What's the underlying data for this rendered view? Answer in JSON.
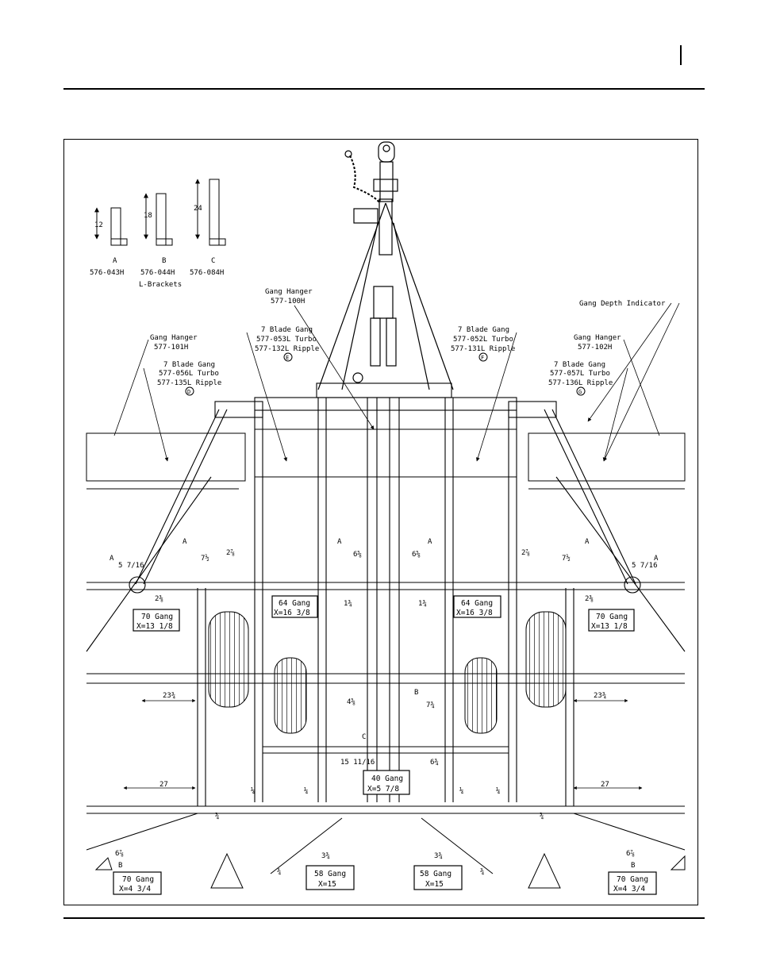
{
  "brackets": [
    {
      "letter": "A",
      "part": "576-043H",
      "dim": "12"
    },
    {
      "letter": "B",
      "part": "576-044H",
      "dim": "18"
    },
    {
      "letter": "C",
      "part": "576-084H",
      "dim": "24"
    }
  ],
  "brackets_caption": "L-Brackets",
  "callouts": {
    "gang_hanger_center": [
      "Gang Hanger",
      "577-100H"
    ],
    "gang_depth": "Gang Depth Indicator",
    "gang_hanger_left": [
      "Gang Hanger",
      "577-101H"
    ],
    "gang_hanger_right": [
      "Gang Hanger",
      "577-102H"
    ],
    "gang_e": [
      "7 Blade Gang",
      "577-053L Turbo",
      "577-132L Ripple",
      "E"
    ],
    "gang_f": [
      "7 Blade Gang",
      "577-052L Turbo",
      "577-131L Ripple",
      "F"
    ],
    "gang_d": [
      "7 Blade Gang",
      "577-056L Turbo",
      "577-135L Ripple",
      "D"
    ],
    "gang_g": [
      "7 Blade Gang",
      "577-057L Turbo",
      "577-136L Ripple",
      "G"
    ]
  },
  "boxes": [
    {
      "id": "box-70-left-upper",
      "l1": "70 Gang",
      "l2": "X=13 1/8"
    },
    {
      "id": "box-64-left",
      "l1": "64 Gang",
      "l2": "X=16 3/8"
    },
    {
      "id": "box-64-right",
      "l1": "64 Gang",
      "l2": "X=16 3/8"
    },
    {
      "id": "box-70-right-upper",
      "l1": "70 Gang",
      "l2": "X=13 1/8"
    },
    {
      "id": "box-40-center",
      "l1": "40 Gang",
      "l2": "X=5 7/8"
    },
    {
      "id": "box-70-left-lower",
      "l1": "70 Gang",
      "l2": "X=4 3/4"
    },
    {
      "id": "box-58-left",
      "l1": "58 Gang",
      "l2": "X=15"
    },
    {
      "id": "box-58-right",
      "l1": "58 Gang",
      "l2": "X=15"
    },
    {
      "id": "box-70-right-lower",
      "l1": "70 Gang",
      "l2": "X=4 3/4"
    }
  ],
  "dims": {
    "d23_left": "23¾",
    "d23_right": "23¾",
    "d27_left": "27",
    "d27_right": "27",
    "d15": "15 11/16",
    "d6_3_4": "6¾",
    "d4_5_8": "4⅝",
    "d7_3_4": "7¾",
    "d1_3_4a": "1¾",
    "d1_3_4b": "1¾",
    "d2_3_8a": "2⅜",
    "d2_3_8b": "2⅜",
    "d2_7_8a": "2⅞",
    "d2_7_8b": "2⅞",
    "d6_5_8a": "6⅝",
    "d6_5_8b": "6⅝",
    "d5_7_16a": "5 7/16",
    "d5_7_16b": "5 7/16",
    "d7_1_2a": "7½",
    "d7_1_2b": "7½",
    "d1_4a": "¼",
    "d1_4b": "¼",
    "d1_4c": "¼",
    "d1_4d": "¼",
    "d3_4a": "¾",
    "d3_4b": "¾",
    "d3_4c": "¾",
    "d3_4d": "¾",
    "d3_3_4a": "3¾",
    "d3_3_4b": "3¾",
    "d6_7_8a": "6⅞",
    "d6_7_8b": "6⅞",
    "la": "A",
    "lb": "B",
    "lc": "C"
  }
}
